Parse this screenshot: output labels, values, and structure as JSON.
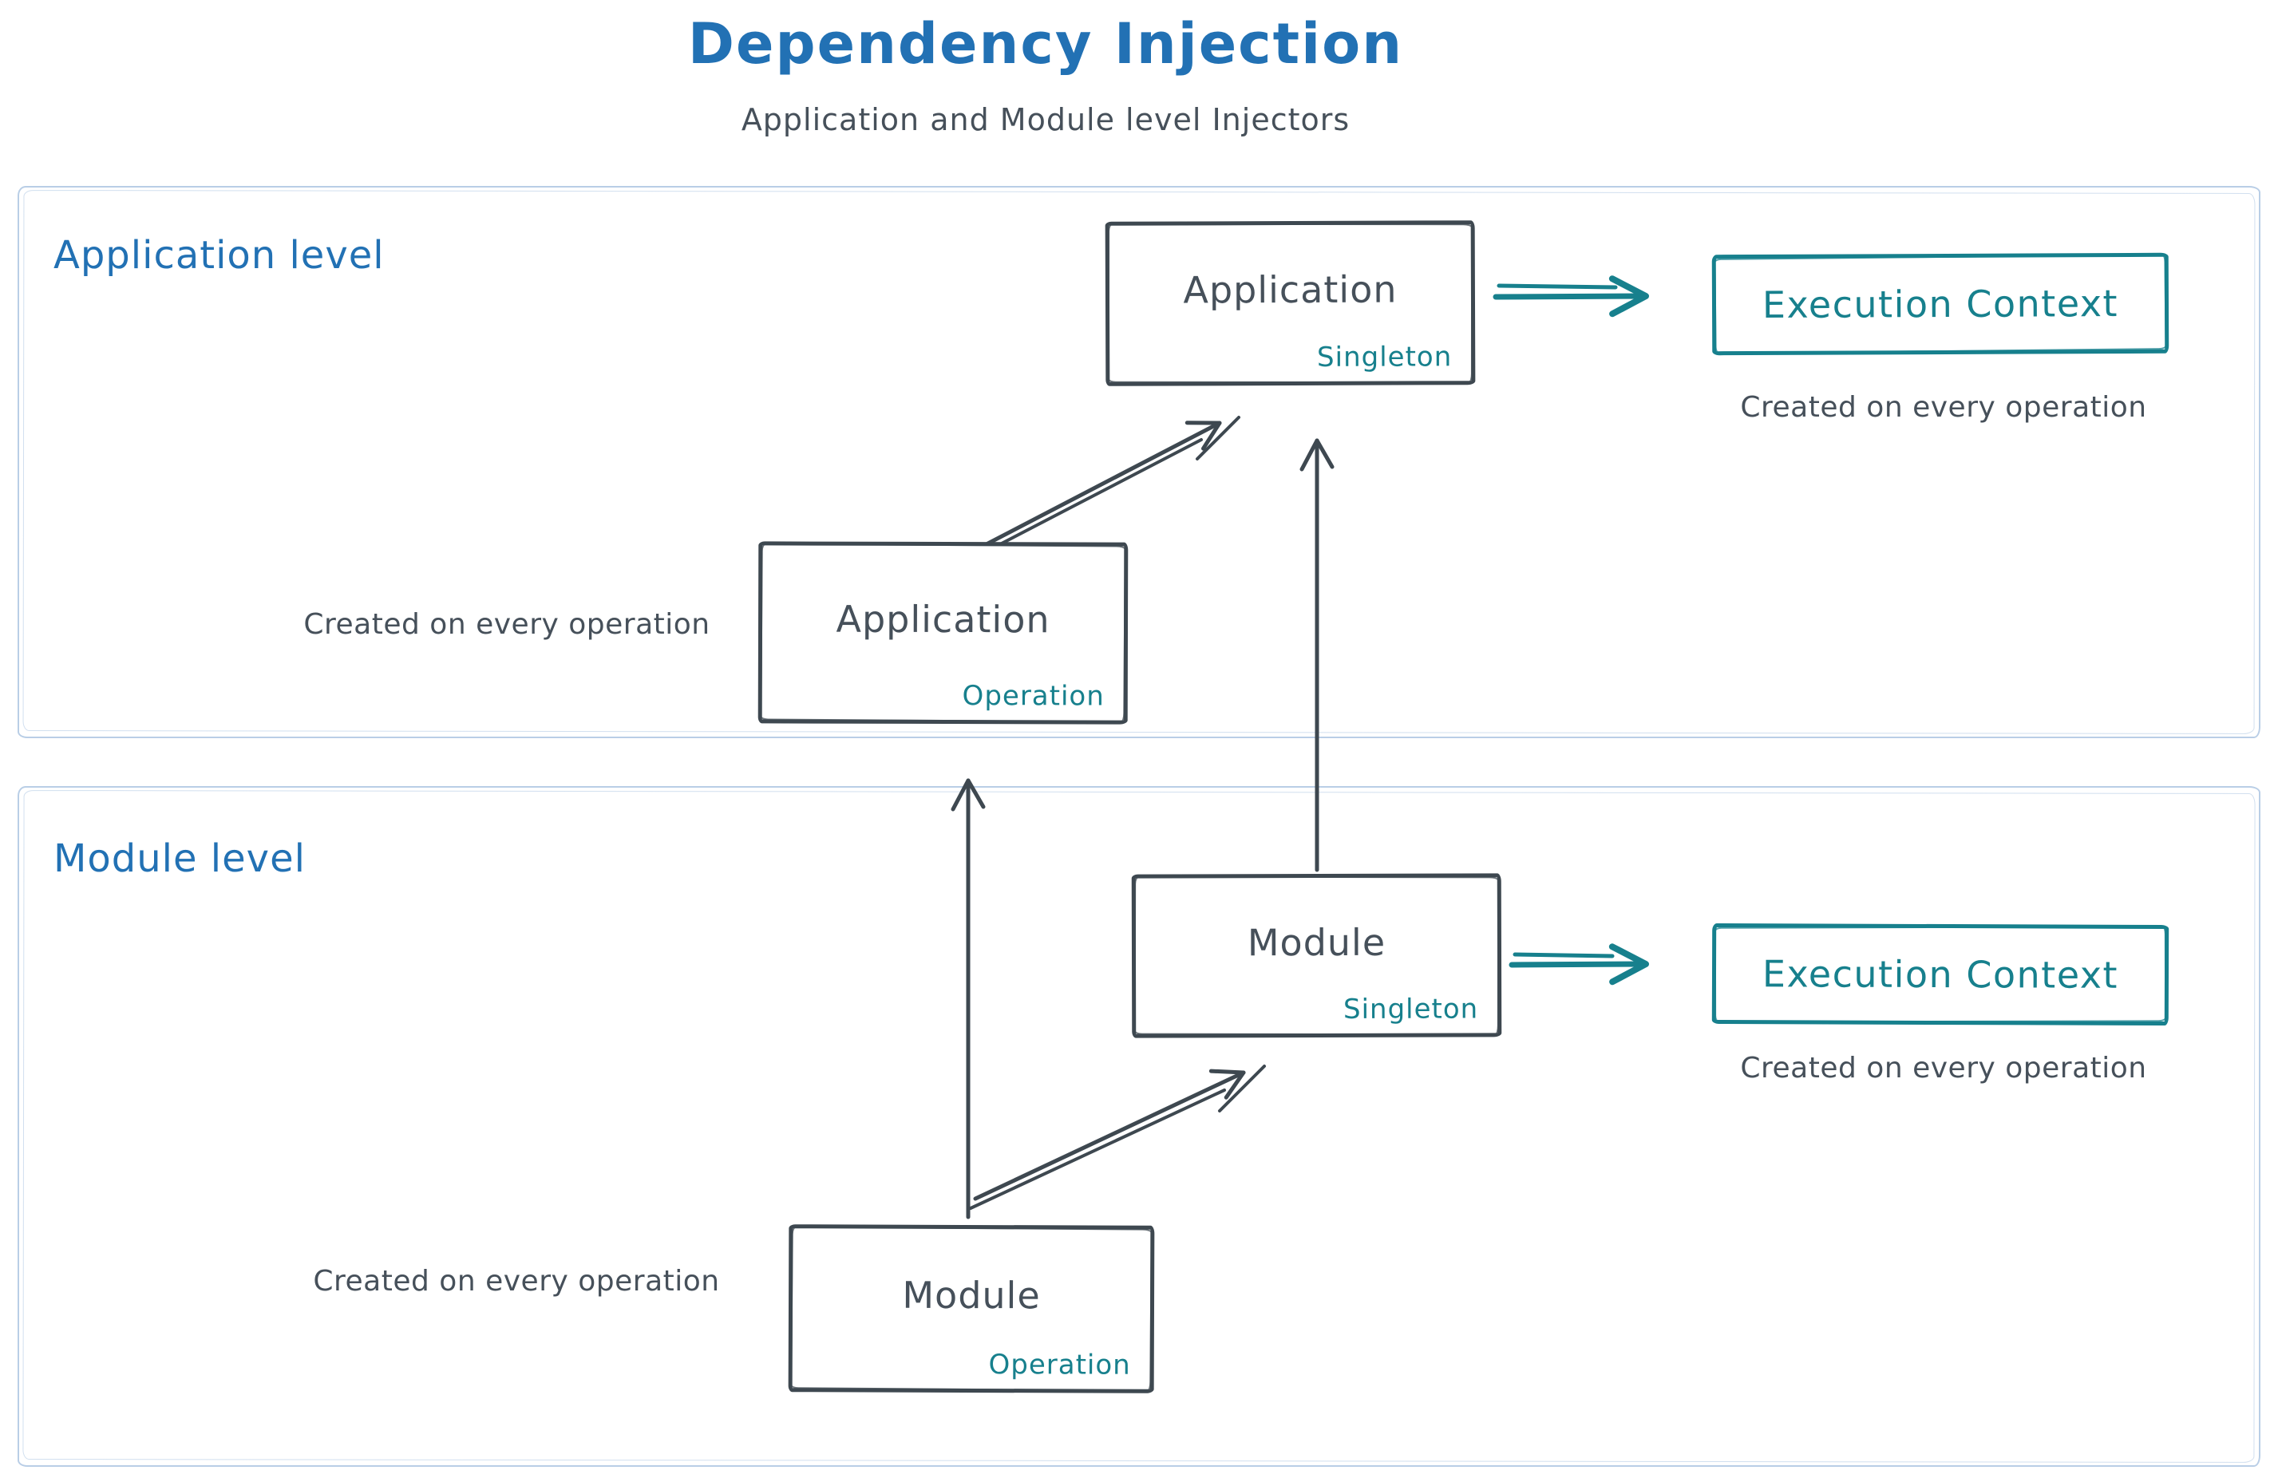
{
  "header": {
    "title": "Dependency Injection",
    "subtitle": "Application and Module level Injectors"
  },
  "palette": {
    "blue": "#2271b4",
    "teal": "#17808d",
    "ink": "#46505a",
    "box_stroke": "#3e4850",
    "container_stroke": "#b9cee6"
  },
  "application_level": {
    "section_label": "Application level",
    "singleton_box": {
      "title": "Application",
      "tag": "Singleton"
    },
    "operation_box": {
      "title": "Application",
      "tag": "Operation"
    },
    "operation_caption": "Created on every operation",
    "execution_context_label": "Execution Context",
    "execution_caption": "Created on every operation"
  },
  "module_level": {
    "section_label": "Module level",
    "singleton_box": {
      "title": "Module",
      "tag": "Singleton"
    },
    "operation_box": {
      "title": "Module",
      "tag": "Operation"
    },
    "operation_caption": "Created on every operation",
    "execution_context_label": "Execution Context",
    "execution_caption": "Created on every operation"
  }
}
